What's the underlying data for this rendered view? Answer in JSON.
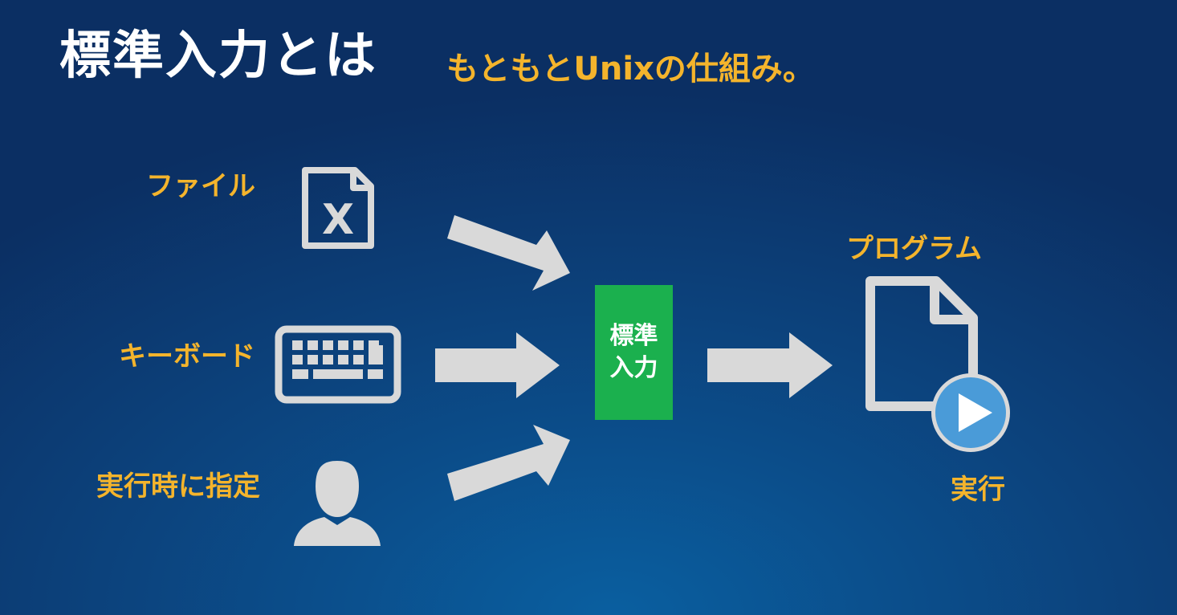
{
  "slide": {
    "title": "標準入力とは",
    "subtitle": "もともとUnixの仕組み。"
  },
  "inputs": [
    {
      "label": "ファイル",
      "icon": "excel-file-icon"
    },
    {
      "label": "キーボード",
      "icon": "keyboard-icon"
    },
    {
      "label": "実行時に指定",
      "icon": "user-icon"
    }
  ],
  "center": {
    "label": "標準入力"
  },
  "output": {
    "label": "プログラム",
    "icon": "program-file-icon",
    "action_label": "実行",
    "action_icon": "play-icon"
  },
  "colors": {
    "accent_text": "#f4b42c",
    "stdin_box": "#1bb04e",
    "icon_gray": "#d9d9d9",
    "play_button": "#4a9bd8"
  }
}
